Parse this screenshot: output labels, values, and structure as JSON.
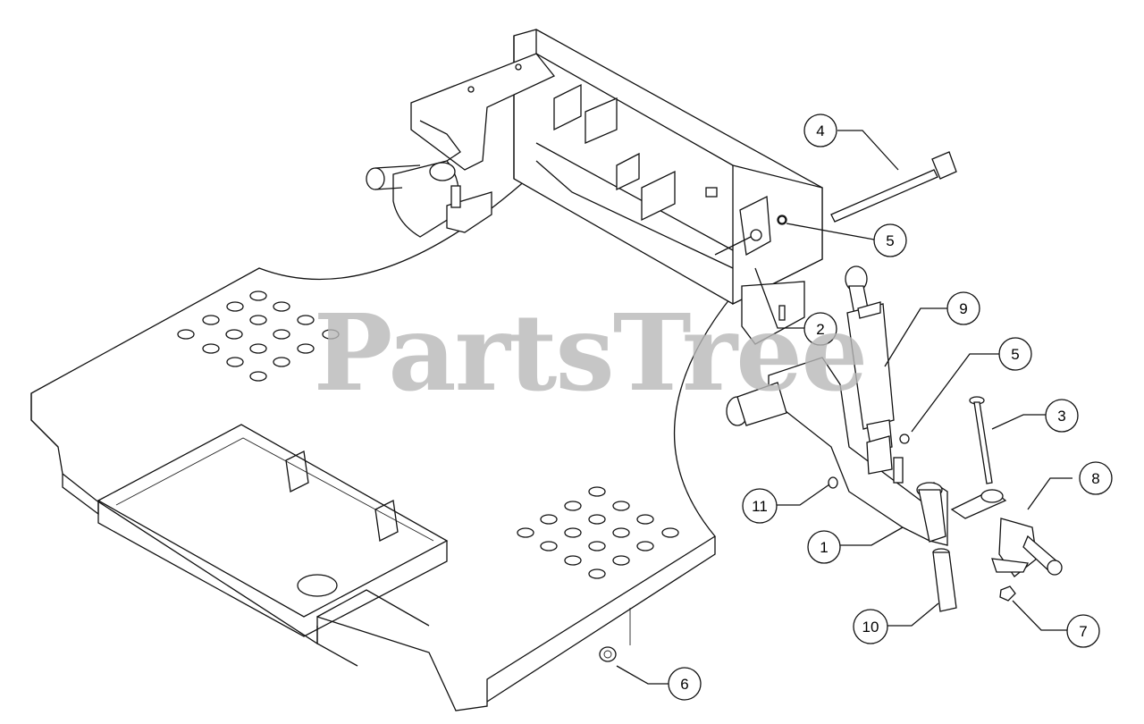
{
  "watermark": "PartsTree",
  "callouts": [
    {
      "id": "c1",
      "label": "1"
    },
    {
      "id": "c2",
      "label": "2"
    },
    {
      "id": "c3",
      "label": "3"
    },
    {
      "id": "c4",
      "label": "4"
    },
    {
      "id": "c5a",
      "label": "5"
    },
    {
      "id": "c5b",
      "label": "5"
    },
    {
      "id": "c6",
      "label": "6"
    },
    {
      "id": "c7",
      "label": "7"
    },
    {
      "id": "c8",
      "label": "8"
    },
    {
      "id": "c9",
      "label": "9"
    },
    {
      "id": "c10",
      "label": "10"
    },
    {
      "id": "c11",
      "label": "11"
    }
  ]
}
